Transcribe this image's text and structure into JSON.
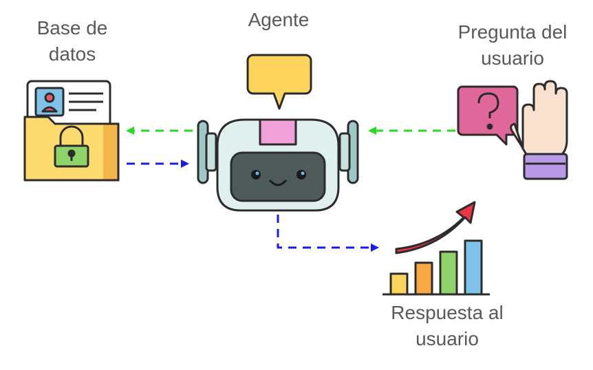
{
  "labels": {
    "database": [
      "Base de",
      "datos"
    ],
    "agent": [
      "Agente"
    ],
    "question": [
      "Pregunta del",
      "usuario"
    ],
    "answer": [
      "Respuesta al",
      "usuario"
    ]
  },
  "colors": {
    "arrow_question": "#22dd22",
    "arrow_data": "#1a1aee",
    "outline": "#2b2b2b",
    "speech_bubble": "#ffd45c",
    "robot_screen": "#4e5b5a",
    "robot_shell": "#dff0ef",
    "folder": "#fddb6e",
    "question_card": "#e0679a",
    "growth_arrow": "#ee3344"
  },
  "icons": [
    "database-folder-lock-icon",
    "robot-agent-icon",
    "speech-bubble-icon",
    "question-hand-icon",
    "growth-bar-chart-icon"
  ]
}
